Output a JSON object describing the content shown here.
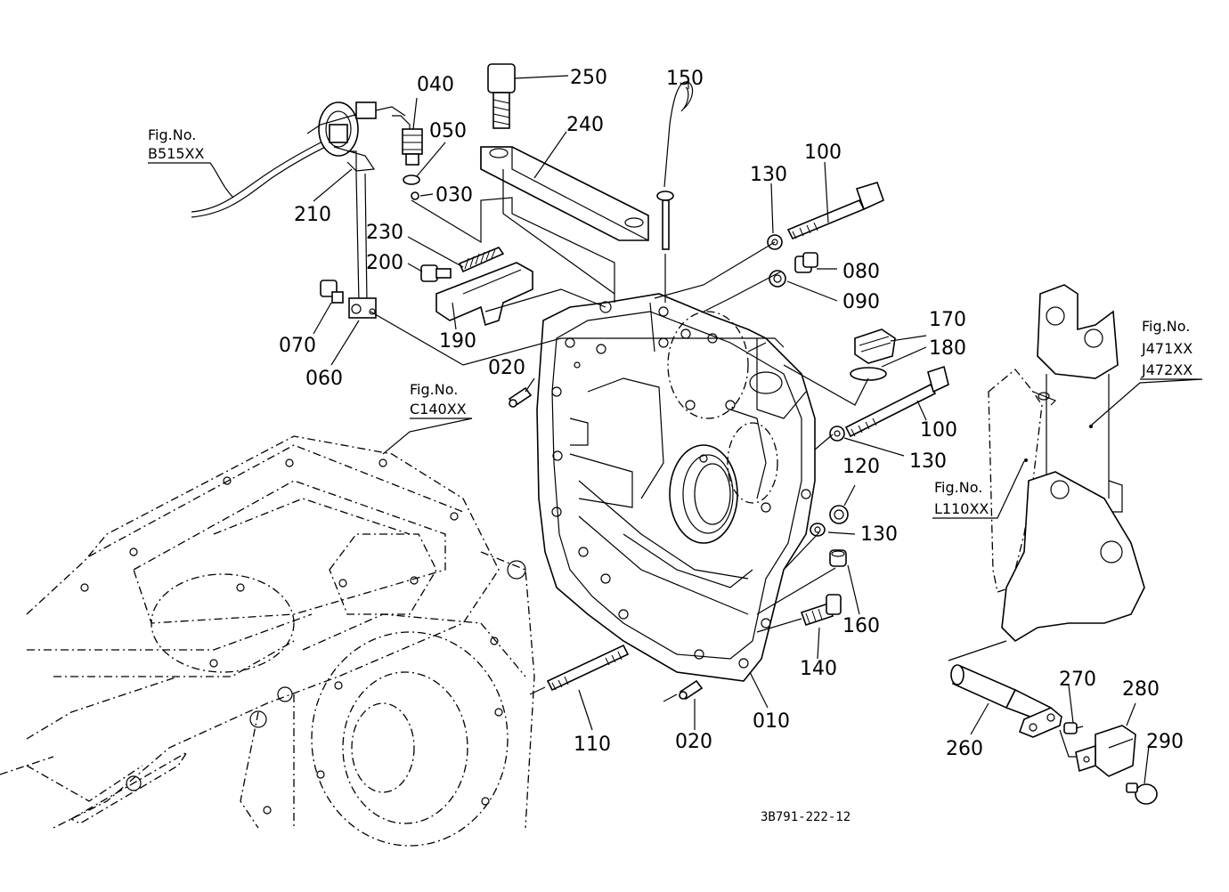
{
  "diagram": {
    "drawing_code": "3B791-222-12",
    "part_labels": [
      {
        "id": "p010",
        "text": "010"
      },
      {
        "id": "p020a",
        "text": "020"
      },
      {
        "id": "p020b",
        "text": "020"
      },
      {
        "id": "p030",
        "text": "030"
      },
      {
        "id": "p040",
        "text": "040"
      },
      {
        "id": "p050",
        "text": "050"
      },
      {
        "id": "p060",
        "text": "060"
      },
      {
        "id": "p070",
        "text": "070"
      },
      {
        "id": "p080",
        "text": "080"
      },
      {
        "id": "p090",
        "text": "090"
      },
      {
        "id": "p100a",
        "text": "100"
      },
      {
        "id": "p100b",
        "text": "100"
      },
      {
        "id": "p110",
        "text": "110"
      },
      {
        "id": "p120",
        "text": "120"
      },
      {
        "id": "p130a",
        "text": "130"
      },
      {
        "id": "p130b",
        "text": "130"
      },
      {
        "id": "p130c",
        "text": "130"
      },
      {
        "id": "p140",
        "text": "140"
      },
      {
        "id": "p150",
        "text": "150"
      },
      {
        "id": "p160",
        "text": "160"
      },
      {
        "id": "p170",
        "text": "170"
      },
      {
        "id": "p180",
        "text": "180"
      },
      {
        "id": "p190",
        "text": "190"
      },
      {
        "id": "p200",
        "text": "200"
      },
      {
        "id": "p210",
        "text": "210"
      },
      {
        "id": "p230",
        "text": "230"
      },
      {
        "id": "p240",
        "text": "240"
      },
      {
        "id": "p250",
        "text": "250"
      },
      {
        "id": "p260",
        "text": "260"
      },
      {
        "id": "p270",
        "text": "270"
      },
      {
        "id": "p280",
        "text": "280"
      },
      {
        "id": "p290",
        "text": "290"
      }
    ],
    "figure_refs": {
      "b515": {
        "heading": "Fig.No.",
        "codes": [
          "B515XX"
        ]
      },
      "c140": {
        "heading": "Fig.No.",
        "codes": [
          "C140XX"
        ]
      },
      "j471": {
        "heading": "Fig.No.",
        "codes": [
          "J471XX",
          "J472XX"
        ]
      },
      "l110": {
        "heading": "Fig.No.",
        "codes": [
          "L110XX"
        ]
      }
    }
  }
}
